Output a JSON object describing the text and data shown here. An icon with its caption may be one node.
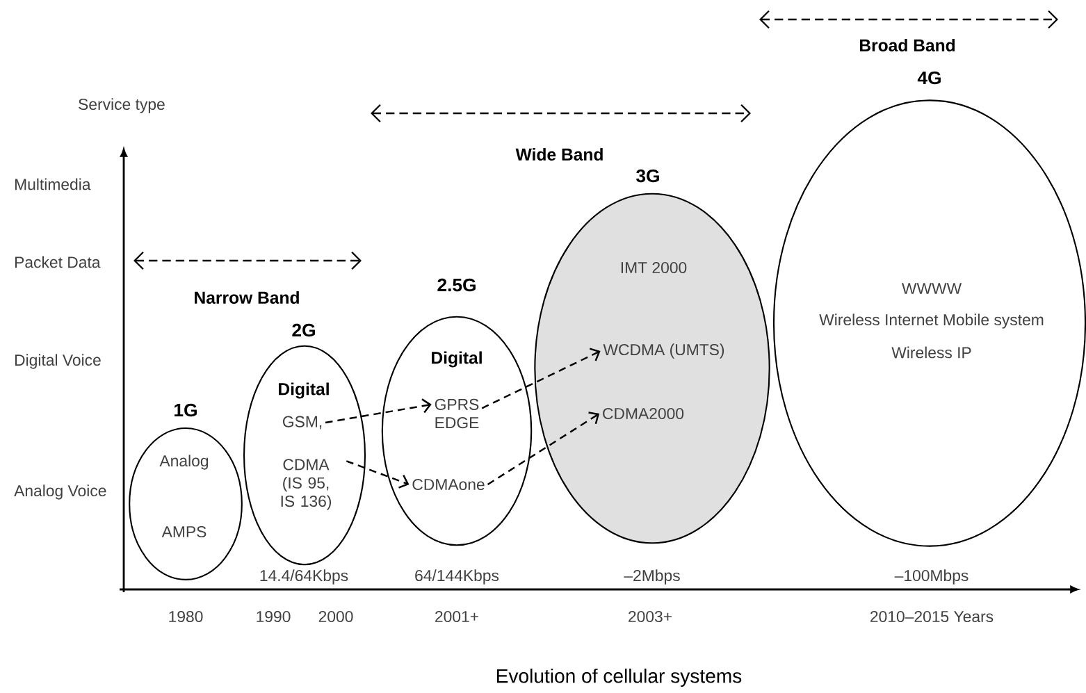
{
  "diagram": {
    "caption": "Evolution of cellular systems",
    "nodes": [
      {
        "text": [
          "1G",
          "Analog",
          "AMPS"
        ]
      },
      {
        "text": [
          "2G",
          "Digital"
        ]
      },
      {
        "text": [
          "GSM,"
        ],
        "in": 1
      },
      {
        "text": [
          "CDMA (IS 95, IS 136)"
        ],
        "in": 1
      },
      {
        "text": [
          "2.5G",
          "Digital"
        ]
      },
      {
        "text": [
          "GPRS",
          "EDGE"
        ],
        "in": 4
      },
      {
        "text": [
          "CDMAone"
        ],
        "in": 4
      },
      {
        "text": [
          "3G",
          "IMT 2000"
        ]
      },
      {
        "text": [
          "WCDMA (UMTS)"
        ],
        "in": 7
      },
      {
        "text": [
          "CDMA2000"
        ],
        "in": 7
      },
      {
        "text": [
          "4G",
          "WWWW",
          "Wireless Internet Mobile system",
          "Wireless IP"
        ]
      }
    ],
    "edges": [
      {
        "from": 2,
        "to": 5,
        "arrow": "to",
        "style": "dashed"
      },
      {
        "from": 3,
        "to": 6,
        "arrow": "to",
        "style": "dashed"
      },
      {
        "from": 5,
        "to": 8,
        "arrow": "to",
        "style": "dashed"
      },
      {
        "from": 6,
        "to": 9,
        "arrow": "to",
        "style": "dashed"
      }
    ],
    "labels": [
      "Broad Band",
      "Service type",
      "Wide Band",
      "Multimedia",
      "Packet Data",
      "Narrow Band",
      "Digital Voice",
      "Analog Voice",
      "14.4/64Kbps",
      "64/144Kbps",
      "–2Mbps",
      "–100Mbps",
      "1980",
      "1990",
      "2000",
      "2001+",
      "2003+",
      "2010–2015 Years"
    ]
  }
}
